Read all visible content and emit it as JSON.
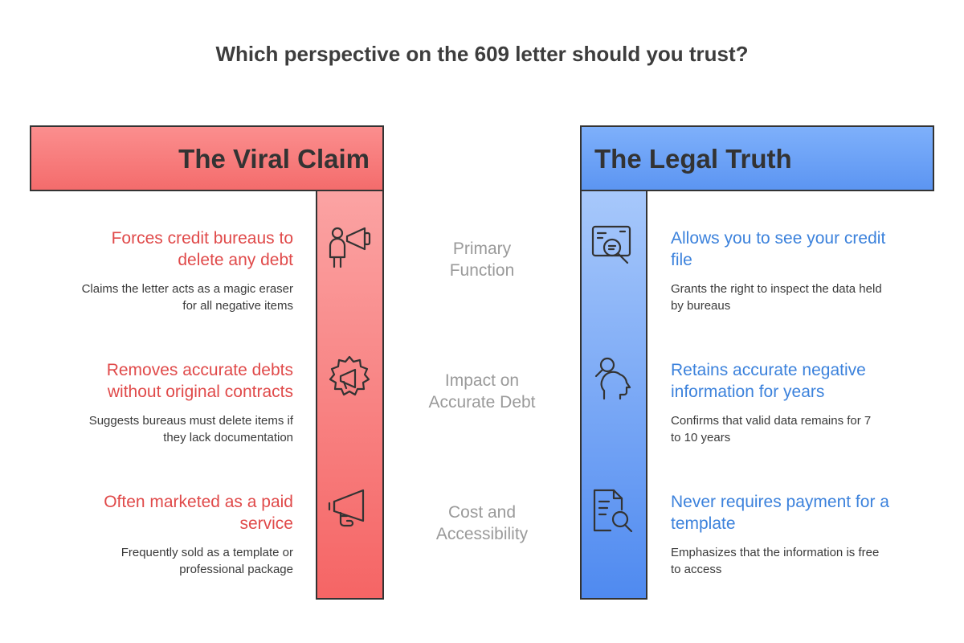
{
  "title": "Which perspective on the 609 letter should you trust?",
  "left": {
    "heading": "The Viral Claim",
    "color": "#f46c6c",
    "items": [
      {
        "headline_l1": "Forces credit bureaus to",
        "headline_l2": "delete any debt",
        "desc_l1": "Claims the letter acts as a magic eraser",
        "desc_l2": "for all negative items",
        "icon": "megaphone-person-icon"
      },
      {
        "headline_l1": "Removes accurate debts",
        "headline_l2": "without original contracts",
        "desc_l1": "Suggests bureaus must delete items if",
        "desc_l2": "they lack documentation",
        "icon": "megaphone-gear-icon"
      },
      {
        "headline_l1": "Often marketed as a paid",
        "headline_l2": "service",
        "desc_l1": "Frequently sold as a template or",
        "desc_l2": "professional package",
        "icon": "megaphone-hand-icon"
      }
    ]
  },
  "categories": [
    {
      "l1": "Primary",
      "l2": "Function"
    },
    {
      "l1": "Impact on",
      "l2": "Accurate Debt"
    },
    {
      "l1": "Cost and",
      "l2": "Accessibility"
    }
  ],
  "right": {
    "heading": "The Legal Truth",
    "color": "#5c95f2",
    "items": [
      {
        "headline_l1": "Allows you to see your credit",
        "headline_l2": "file",
        "desc_l1": "Grants the right to inspect the data held",
        "desc_l2": "by bureaus",
        "icon": "credit-report-search-icon"
      },
      {
        "headline_l1": "Retains accurate negative",
        "headline_l2": "information for years",
        "desc_l1": "Confirms that valid data remains for 7",
        "desc_l2": "to 10 years",
        "icon": "head-search-icon"
      },
      {
        "headline_l1": "Never requires payment for a",
        "headline_l2": "template",
        "desc_l1": "Emphasizes that the information is free",
        "desc_l2": "to access",
        "icon": "document-search-icon"
      }
    ]
  }
}
